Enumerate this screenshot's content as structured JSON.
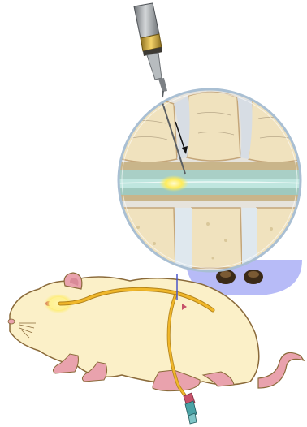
{
  "figure": {
    "subject": "rat-intrathecal-injection",
    "parts": [
      "syringe",
      "needle",
      "spinal-column-magnified-inset",
      "rat",
      "spinal-catheter",
      "injection-port"
    ]
  },
  "colors": {
    "rat_body": "#fbf0c8",
    "rat_outline": "#8a6a3a",
    "rat_pink": "#e9a2ad",
    "catheter": "#f0b72a",
    "inset_border": "#a9bfd3",
    "spinal_cord": "#bfe6df",
    "vertebra": "#f0e2be",
    "disc": "#dfe8ee",
    "highlight_glow": "#ffec5a",
    "blue_cap": "#b7bbf7",
    "syringe_metal": "#9aa0a4",
    "port_teal": "#4aa3a6"
  }
}
